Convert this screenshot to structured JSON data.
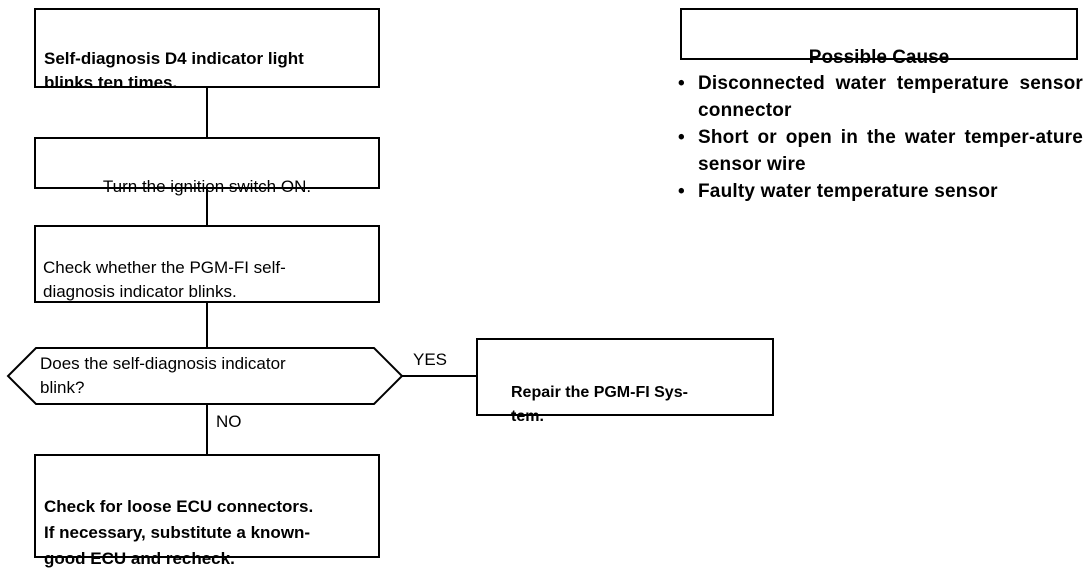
{
  "flow": {
    "start": "Self-diagnosis D4 indicator light\nblinks ten times.",
    "step1": "Turn the ignition switch ON.",
    "step2": "Check whether the PGM-FI self-\ndiagnosis indicator blinks.",
    "decision": "Does the self-diagnosis indicator\nblink?",
    "yes_label": "YES",
    "no_label": "NO",
    "yes_action": "Repair the PGM-FI Sys-\ntem.",
    "no_action": "Check for loose ECU connectors.\nIf necessary, substitute a known-\ngood ECU and recheck."
  },
  "possible_cause": {
    "title": "Possible Cause",
    "items": [
      "Disconnected water temperature sensor connector",
      "Short or open in the water temper-ature sensor wire",
      "Faulty water temperature sensor"
    ],
    "bullet": "•"
  }
}
